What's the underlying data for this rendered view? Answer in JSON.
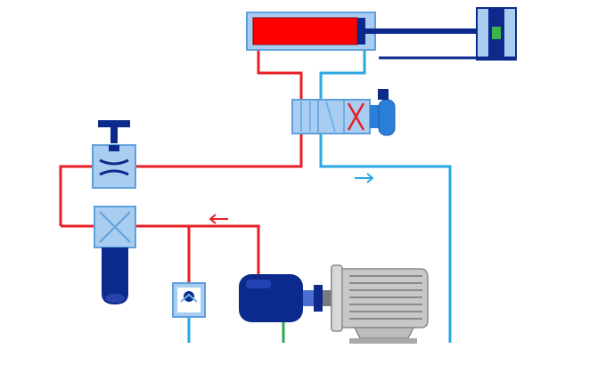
{
  "diagram": {
    "components": [
      "hydraulic-cylinder",
      "cylinder-load",
      "directional-control-valve",
      "solenoid-actuator",
      "throttle-valve",
      "relief-valve",
      "accumulator",
      "check-valve",
      "hydraulic-pump",
      "electric-motor"
    ],
    "lines": {
      "pressure": "#e81e25",
      "return": "#2aa7e0",
      "drain": "#2fa84f"
    },
    "flow_arrows": {
      "pressure": "left",
      "return": "right"
    },
    "colors": {
      "component_fill": "#a9cdf0",
      "component_border": "#5f9fdc",
      "dark_blue": "#0b2a8c",
      "cylinder_chamber": "#ff0000",
      "motor_gray": "#c8c8c8"
    }
  }
}
